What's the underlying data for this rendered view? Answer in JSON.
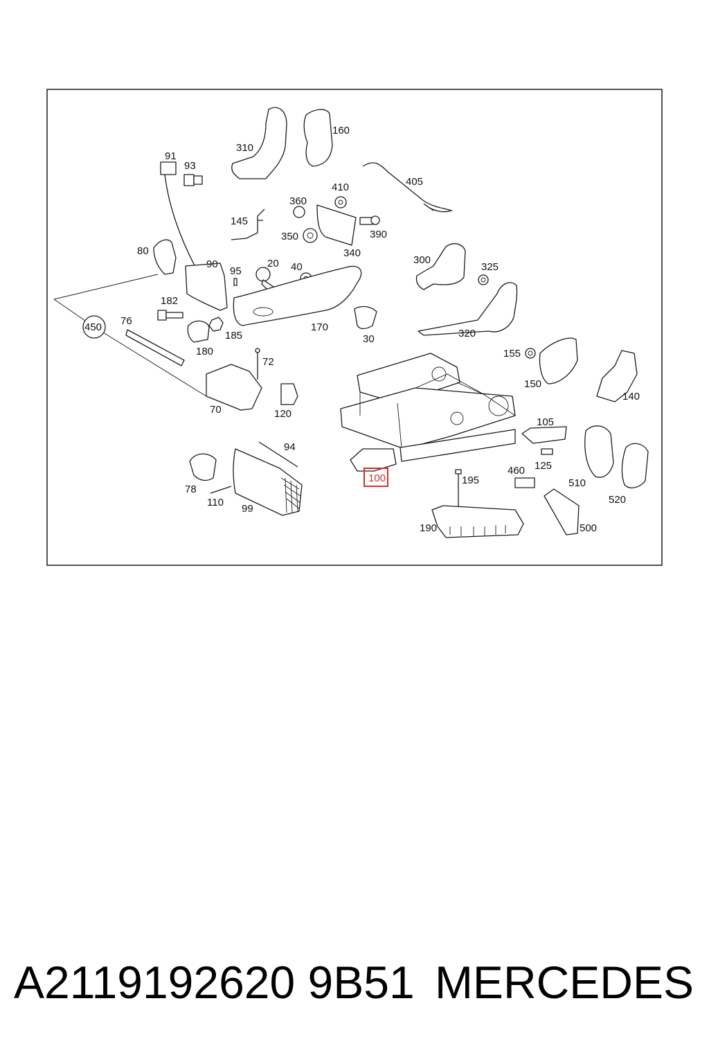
{
  "diagram": {
    "highlight_label": "100",
    "labels": [
      "310",
      "160",
      "91",
      "93",
      "405",
      "410",
      "360",
      "145",
      "390",
      "350",
      "340",
      "80",
      "90",
      "95",
      "20",
      "40",
      "300",
      "325",
      "182",
      "450",
      "76",
      "185",
      "170",
      "30",
      "320",
      "72",
      "180",
      "155",
      "150",
      "140",
      "70",
      "120",
      "105",
      "94",
      "125",
      "460",
      "195",
      "510",
      "78",
      "110",
      "99",
      "520",
      "190",
      "500"
    ]
  },
  "footer": {
    "part_number": "A2119192620 9B51",
    "brand": "MERCEDES"
  }
}
